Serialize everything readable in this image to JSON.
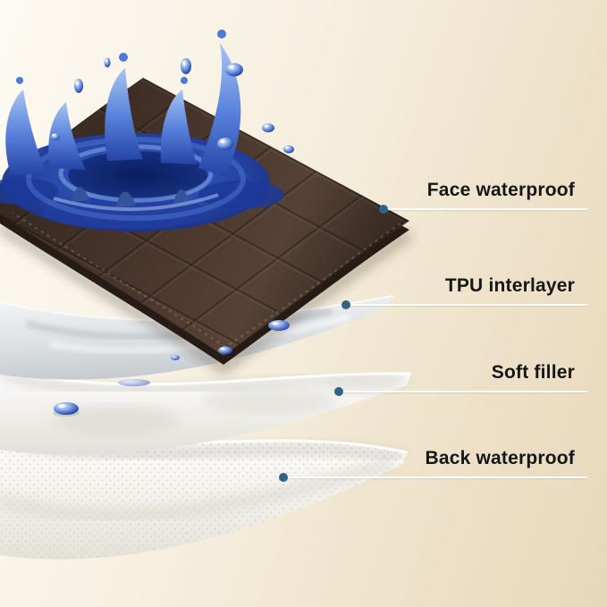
{
  "scene": {
    "background_from": "#fdfaf3",
    "background_to": "#e8d8ba"
  },
  "callouts": [
    {
      "id": "face-waterproof",
      "label": "Face waterproof"
    },
    {
      "id": "tpu-interlayer",
      "label": "TPU interlayer"
    },
    {
      "id": "soft-filler",
      "label": "Soft filler"
    },
    {
      "id": "back-waterproof",
      "label": "Back waterproof"
    }
  ],
  "style": {
    "label_color": "#161616",
    "pointer_dot_color": "#2f6486",
    "leader_line_color": "#ffffff",
    "face_layer_color": "#453329",
    "water_color": "#2747ab",
    "tpu_layer_color": "#dfe3e6",
    "soft_filler_color": "#f4f2ec",
    "back_layer_color": "#f2f0ea"
  },
  "illustration": {
    "description": "Exploded four-layer waterproof pad with blue water crown splash on dark quilted top layer",
    "layers": [
      "face-waterproof-layer",
      "tpu-interlayer-layer",
      "soft-filler-layer",
      "back-waterproof-layer"
    ]
  }
}
